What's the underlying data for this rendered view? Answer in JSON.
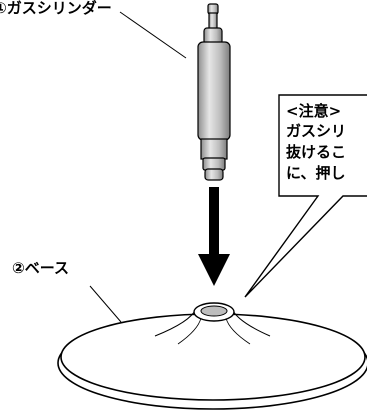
{
  "labels": {
    "gas_cylinder": "①ガスシリンダー",
    "base": "②ベース"
  },
  "note": {
    "lines": [
      "<注意>",
      "ガスシリ",
      "抜けるこ",
      "に、押し"
    ]
  },
  "colors": {
    "line": "#000000",
    "cylinder_fill": "#cfcfcf",
    "cylinder_shade": "#9a9a9a",
    "background": "#ffffff",
    "arrow": "#000000"
  },
  "icons": {
    "down_arrow": "arrow-down-icon"
  }
}
